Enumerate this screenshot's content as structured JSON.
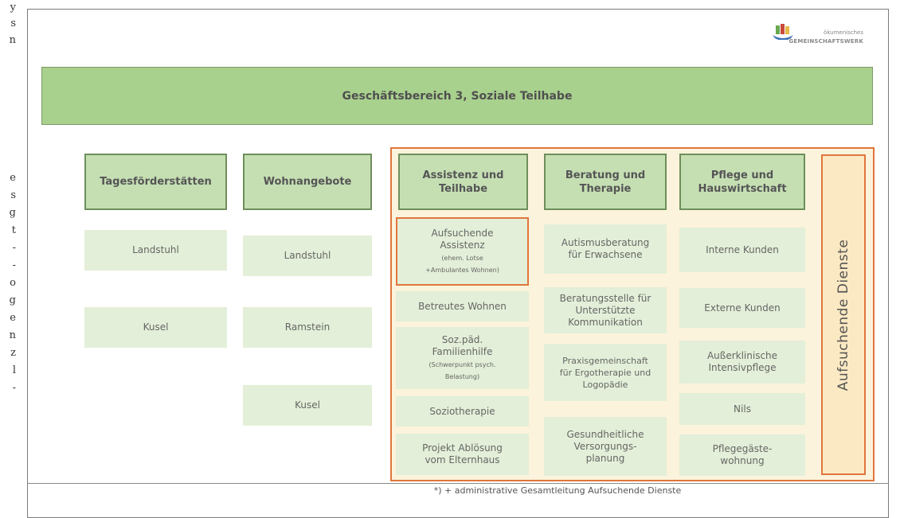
{
  "edge_letters": [
    "y",
    "s",
    "n",
    "e",
    "s",
    "g",
    "t",
    "-",
    "-",
    "o",
    "g",
    "e",
    "n",
    "z",
    "l",
    "-"
  ],
  "logo": {
    "line1": "ökumenisches",
    "line2": "GEMEINSCHAFTSWERK",
    "colors": [
      "#6aa84f",
      "#c94a3a",
      "#3d6fb6"
    ]
  },
  "banner": {
    "title": "Geschäftsbereich 3, Soziale Teilhabe"
  },
  "columns": [
    {
      "header": "Tagesförderstätten",
      "items": [
        "Landstuhl",
        "Kusel"
      ]
    },
    {
      "header": "Wohnangebote",
      "items": [
        "Landstuhl",
        "Ramstein",
        "Kusel"
      ]
    },
    {
      "header_line1": "Assistenz und",
      "header_line2": "Teilhabe",
      "items": [
        {
          "l1": "Aufsuchende",
          "l2": "Assistenz",
          "s1": "(ehem. Lotse",
          "s2": "+Ambulantes Wohnen)"
        },
        {
          "l1": "Betreutes Wohnen"
        },
        {
          "l1": "Soz.päd.",
          "l2": "Familienhilfe",
          "s1": "(Schwerpunkt psych.",
          "s2": "Belastung)"
        },
        {
          "l1": "Soziotherapie"
        },
        {
          "l1": "Projekt Ablösung",
          "l2": "vom Elternhaus"
        }
      ]
    },
    {
      "header_line1": "Beratung und",
      "header_line2": "Therapie",
      "items": [
        {
          "l1": "Autismusberatung",
          "l2": "für Erwachsene"
        },
        {
          "l1": "Beratungsstelle für",
          "l2": "Unterstützte",
          "l3": "Kommunikation"
        },
        {
          "l1": "Praxisgemeinschaft",
          "l2": "für Ergotherapie und",
          "l3": "Logopädie"
        },
        {
          "l1": "Gesundheitliche",
          "l2": "Versorgungs-",
          "l3": "planung"
        }
      ]
    },
    {
      "header_line1": "Pflege und",
      "header_line2": "Hauswirtschaft",
      "items": [
        {
          "l1": "Interne Kunden"
        },
        {
          "l1": "Externe Kunden"
        },
        {
          "l1": "Außerklinische",
          "l2": "Intensivpflege"
        },
        {
          "l1": "Nils"
        },
        {
          "l1": "Pflegegäste-",
          "l2": "wohnung"
        }
      ]
    }
  ],
  "vertical_label": "Aufsuchende Dienste",
  "footnote": "*) + administrative Gesamtleitung Aufsuchende Dienste",
  "colors": {
    "green_dark": "#a9d18e",
    "green_light": "#e3efd8",
    "header_green": "#c5dfb3",
    "orange": "#e0763c",
    "cream": "#fcf3dc"
  }
}
